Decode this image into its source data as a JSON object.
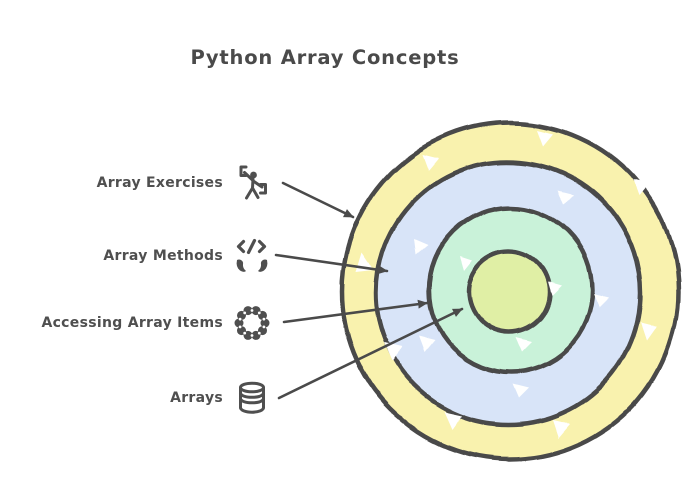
{
  "title": "Python Array Concepts",
  "colors": {
    "stroke": "#4a4a4a",
    "text": "#4f4f4f",
    "ring_array_exercises": "#F9F2AE",
    "ring_array_methods": "#D8E4F8",
    "ring_accessing_array_items": "#C9F2D9",
    "ring_arrays": "#E0EFA5"
  },
  "labels": [
    {
      "text": "Array Exercises",
      "icon": "exercise-icon"
    },
    {
      "text": "Array Methods",
      "icon": "code-hands-icon"
    },
    {
      "text": "Accessing Array Items",
      "icon": "gear-icon"
    },
    {
      "text": "Arrays",
      "icon": "database-icon"
    }
  ],
  "diagram": {
    "type": "concentric-rings",
    "rings_outer_to_inner": [
      {
        "label": "Array Exercises",
        "color": "#F9F2AE"
      },
      {
        "label": "Array Methods",
        "color": "#D8E4F8"
      },
      {
        "label": "Accessing Array Items",
        "color": "#C9F2D9"
      },
      {
        "label": "Arrays",
        "color": "#E0EFA5"
      }
    ]
  }
}
